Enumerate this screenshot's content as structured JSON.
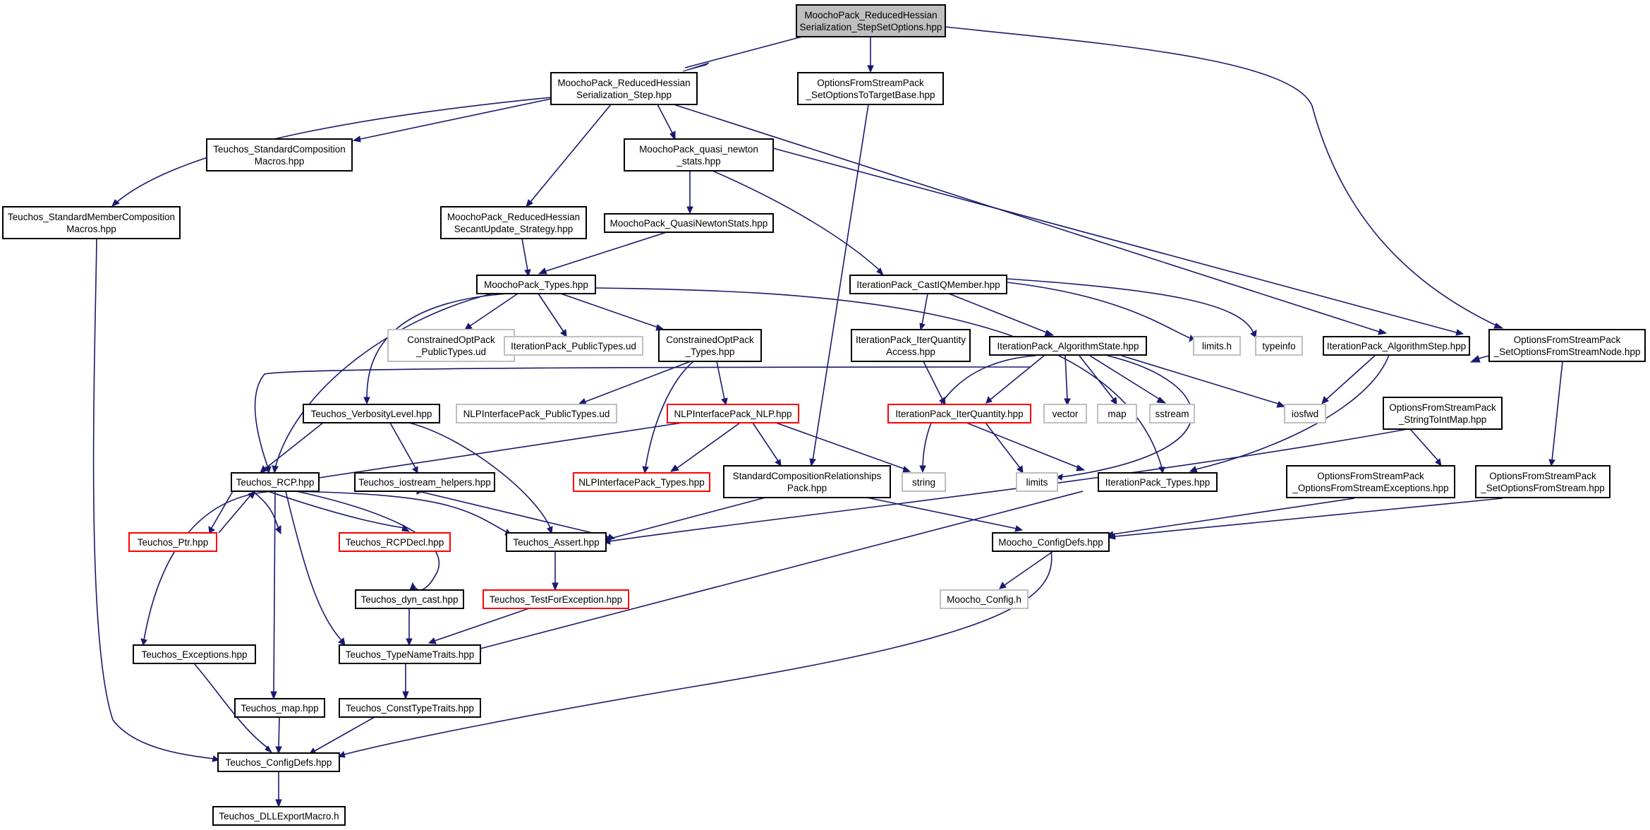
{
  "colors": {
    "edge": "#191970",
    "box_normal": "#000000",
    "box_missing": "#bfbfbf",
    "box_truncated": "#ff0000",
    "root_fill": "#bfbfbf"
  },
  "nodes": [
    {
      "id": "root",
      "lines": [
        "MoochoPack_ReducedHessian",
        "Serialization_StepSetOptions.hpp"
      ],
      "kind": "root"
    },
    {
      "id": "rhs_step",
      "lines": [
        "MoochoPack_ReducedHessian",
        "Serialization_Step.hpp"
      ],
      "kind": "normal"
    },
    {
      "id": "ofs_target",
      "lines": [
        "OptionsFromStreamPack",
        "_SetOptionsToTargetBase.hpp"
      ],
      "kind": "normal"
    },
    {
      "id": "ofs_node",
      "lines": [
        "OptionsFromStreamPack",
        "_SetOptionsFromStreamNode.hpp"
      ],
      "kind": "normal"
    },
    {
      "id": "std_member",
      "lines": [
        "Teuchos_StandardMemberComposition",
        "Macros.hpp"
      ],
      "kind": "normal"
    },
    {
      "id": "std_comp",
      "lines": [
        "Teuchos_StandardComposition",
        "Macros.hpp"
      ],
      "kind": "normal"
    },
    {
      "id": "qn_stats_h",
      "lines": [
        "MoochoPack_quasi_newton",
        "_stats.hpp"
      ],
      "kind": "normal"
    },
    {
      "id": "rh_secant",
      "lines": [
        "MoochoPack_ReducedHessian",
        "SecantUpdate_Strategy.hpp"
      ],
      "kind": "normal"
    },
    {
      "id": "qn_stats",
      "lines": [
        "MoochoPack_QuasiNewtonStats.hpp"
      ],
      "kind": "normal"
    },
    {
      "id": "mp_types",
      "lines": [
        "MoochoPack_Types.hpp"
      ],
      "kind": "normal"
    },
    {
      "id": "iq_member",
      "lines": [
        "IterationPack_CastIQMember.hpp"
      ],
      "kind": "normal"
    },
    {
      "id": "cop_pub",
      "lines": [
        "ConstrainedOptPack",
        "_PublicTypes.ud"
      ],
      "kind": "missing"
    },
    {
      "id": "ip_pub",
      "lines": [
        "IterationPack_PublicTypes.ud"
      ],
      "kind": "missing"
    },
    {
      "id": "cop_types",
      "lines": [
        "ConstrainedOptPack",
        "_Types.hpp"
      ],
      "kind": "normal"
    },
    {
      "id": "iq_access",
      "lines": [
        "IterationPack_IterQuantity",
        "Access.hpp"
      ],
      "kind": "normal"
    },
    {
      "id": "alg_state",
      "lines": [
        "IterationPack_AlgorithmState.hpp"
      ],
      "kind": "normal"
    },
    {
      "id": "limits_h",
      "lines": [
        "limits.h"
      ],
      "kind": "missing"
    },
    {
      "id": "typeinfo",
      "lines": [
        "typeinfo"
      ],
      "kind": "missing"
    },
    {
      "id": "alg_step",
      "lines": [
        "IterationPack_AlgorithmStep.hpp"
      ],
      "kind": "normal"
    },
    {
      "id": "verbosity",
      "lines": [
        "Teuchos_VerbosityLevel.hpp"
      ],
      "kind": "normal"
    },
    {
      "id": "nlp_pub",
      "lines": [
        "NLPInterfacePack_PublicTypes.ud"
      ],
      "kind": "missing"
    },
    {
      "id": "nlp",
      "lines": [
        "NLPInterfacePack_NLP.hpp"
      ],
      "kind": "truncated"
    },
    {
      "id": "iter_quantity",
      "lines": [
        "IterationPack_IterQuantity.hpp"
      ],
      "kind": "truncated"
    },
    {
      "id": "vector",
      "lines": [
        "vector"
      ],
      "kind": "missing"
    },
    {
      "id": "map",
      "lines": [
        "map"
      ],
      "kind": "missing"
    },
    {
      "id": "sstream",
      "lines": [
        "sstream"
      ],
      "kind": "missing"
    },
    {
      "id": "iosfwd",
      "lines": [
        "iosfwd"
      ],
      "kind": "missing"
    },
    {
      "id": "string_to_int",
      "lines": [
        "OptionsFromStreamPack",
        "_StringToIntMap.hpp"
      ],
      "kind": "normal"
    },
    {
      "id": "rcp",
      "lines": [
        "Teuchos_RCP.hpp"
      ],
      "kind": "normal"
    },
    {
      "id": "iostream_helpers",
      "lines": [
        "Teuchos_iostream_helpers.hpp"
      ],
      "kind": "normal"
    },
    {
      "id": "nlp_types",
      "lines": [
        "NLPInterfacePack_Types.hpp"
      ],
      "kind": "truncated"
    },
    {
      "id": "scr_pack",
      "lines": [
        "StandardCompositionRelationships",
        "Pack.hpp"
      ],
      "kind": "normal"
    },
    {
      "id": "string",
      "lines": [
        "string"
      ],
      "kind": "missing"
    },
    {
      "id": "limits",
      "lines": [
        "limits"
      ],
      "kind": "missing"
    },
    {
      "id": "ip_types",
      "lines": [
        "IterationPack_Types.hpp"
      ],
      "kind": "normal"
    },
    {
      "id": "ofs_exceptions",
      "lines": [
        "OptionsFromStreamPack",
        "_OptionsFromStreamExceptions.hpp"
      ],
      "kind": "normal"
    },
    {
      "id": "ofs_set",
      "lines": [
        "OptionsFromStreamPack",
        "_SetOptionsFromStream.hpp"
      ],
      "kind": "normal"
    },
    {
      "id": "ptr",
      "lines": [
        "Teuchos_Ptr.hpp"
      ],
      "kind": "truncated"
    },
    {
      "id": "rcp_decl",
      "lines": [
        "Teuchos_RCPDecl.hpp"
      ],
      "kind": "truncated"
    },
    {
      "id": "assert",
      "lines": [
        "Teuchos_Assert.hpp"
      ],
      "kind": "normal"
    },
    {
      "id": "moocho_configdefs",
      "lines": [
        "Moocho_ConfigDefs.hpp"
      ],
      "kind": "normal"
    },
    {
      "id": "dyn_cast",
      "lines": [
        "Teuchos_dyn_cast.hpp"
      ],
      "kind": "normal"
    },
    {
      "id": "test_for_exc",
      "lines": [
        "Teuchos_TestForException.hpp"
      ],
      "kind": "truncated"
    },
    {
      "id": "moocho_config",
      "lines": [
        "Moocho_Config.h"
      ],
      "kind": "missing"
    },
    {
      "id": "exceptions",
      "lines": [
        "Teuchos_Exceptions.hpp"
      ],
      "kind": "normal"
    },
    {
      "id": "type_name",
      "lines": [
        "Teuchos_TypeNameTraits.hpp"
      ],
      "kind": "normal"
    },
    {
      "id": "teuchos_map",
      "lines": [
        "Teuchos_map.hpp"
      ],
      "kind": "normal"
    },
    {
      "id": "const_type",
      "lines": [
        "Teuchos_ConstTypeTraits.hpp"
      ],
      "kind": "normal"
    },
    {
      "id": "configdefs",
      "lines": [
        "Teuchos_ConfigDefs.hpp"
      ],
      "kind": "normal"
    },
    {
      "id": "dll",
      "lines": [
        "Teuchos_DLLExportMacro.h"
      ],
      "kind": "normal"
    }
  ]
}
